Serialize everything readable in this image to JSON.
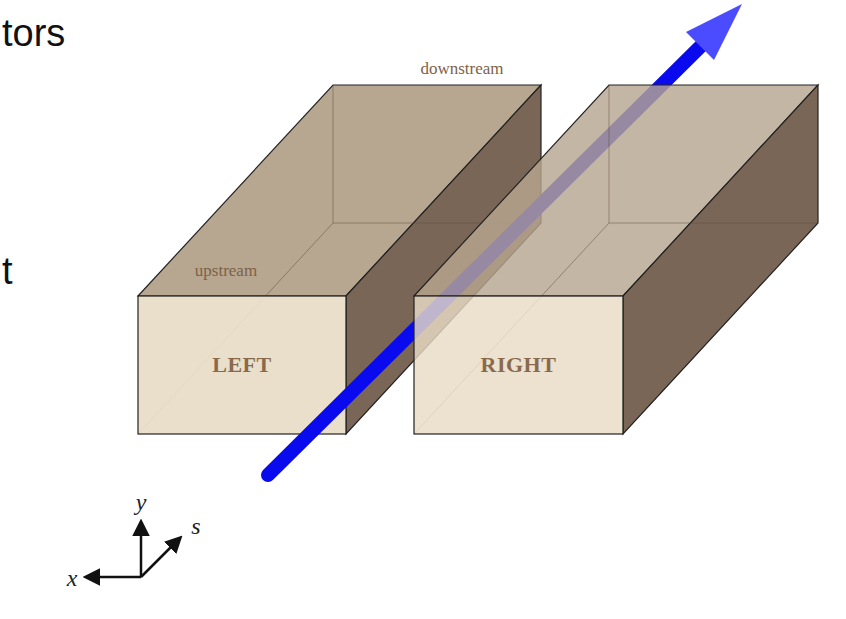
{
  "diagram": {
    "nodes": [
      {
        "text": [
          "LEFT"
        ]
      },
      {
        "text": [
          "RIGHT"
        ]
      }
    ],
    "labels": [
      "tors",
      "t",
      "downstream",
      "upstream",
      "y",
      "s",
      "x"
    ]
  }
}
